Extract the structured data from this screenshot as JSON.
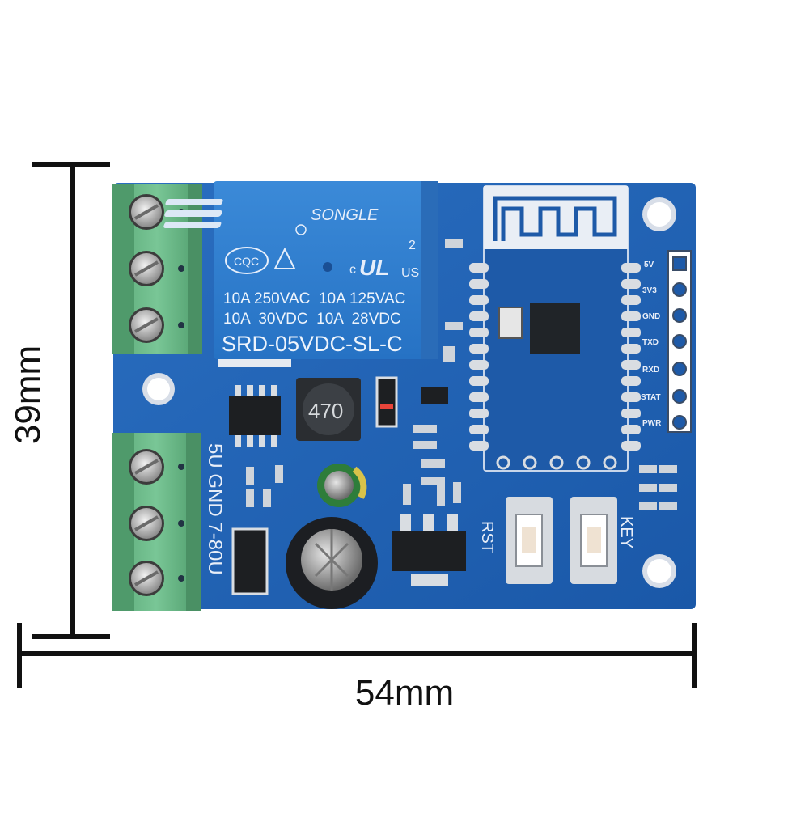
{
  "dimensions": {
    "width_label": "54mm",
    "height_label": "39mm"
  },
  "relay": {
    "brand": "SONGLE",
    "cert_left": "CQC",
    "cert_right": "US",
    "cert_num": "2",
    "rating_line1": "10A 250VAC  10A 125VAC",
    "rating_line2": "10A  30VDC  10A  28VDC",
    "model": "SRD-05VDC-SL-C"
  },
  "inductor": {
    "value": "470"
  },
  "silkscreen": {
    "power_terminal": "5U GND 7-80U",
    "rst": "RST",
    "key": "KEY",
    "header_pins": [
      "5V",
      "3V3",
      "GND",
      "TXD",
      "RXD",
      "STAT",
      "PWR"
    ]
  },
  "colors": {
    "pcb": "#1f5fb0",
    "terminal": "#6dbd8a",
    "relay": "#2f7fd0"
  }
}
